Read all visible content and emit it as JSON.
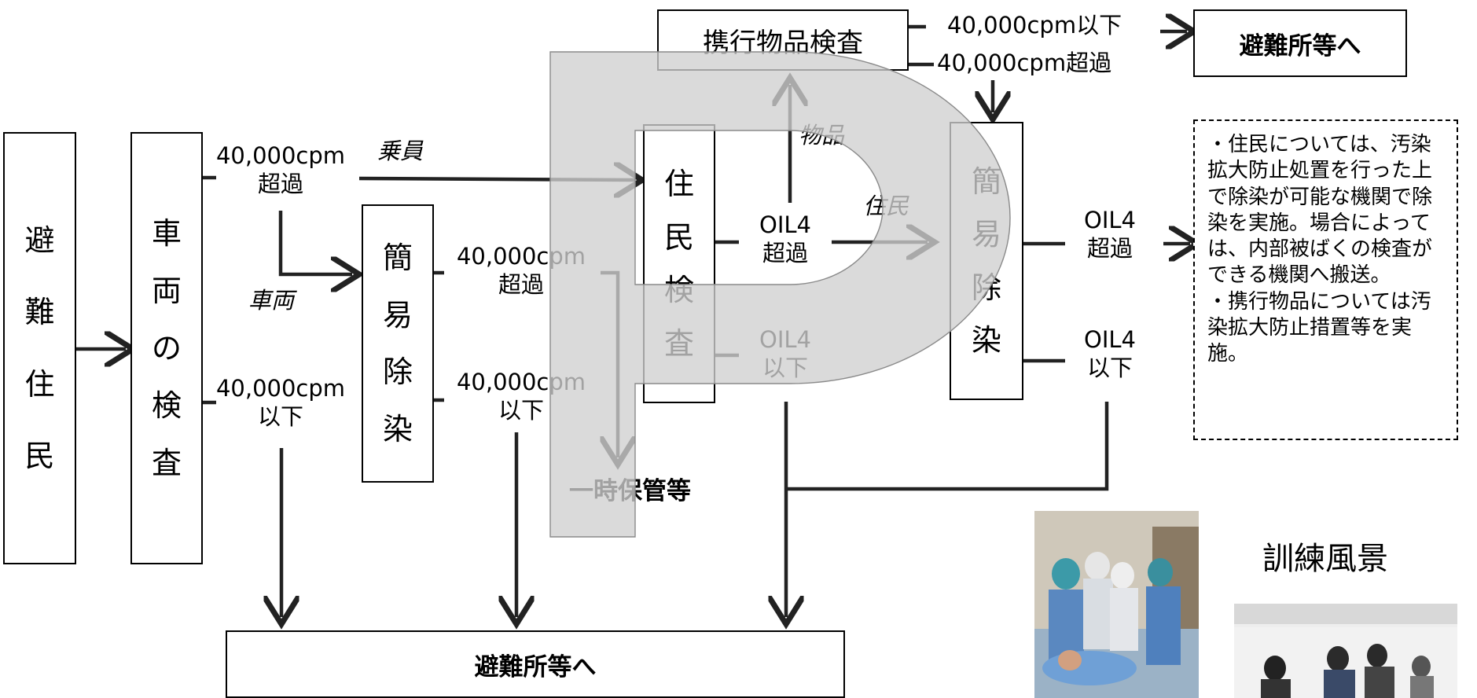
{
  "nodes": {
    "evacuees": [
      "避",
      "難",
      "住",
      "民"
    ],
    "vehicle_inspection": [
      "車",
      "両",
      "の",
      "検",
      "査"
    ],
    "simple_decon_1": [
      "簡",
      "易",
      "除",
      "染"
    ],
    "resident_inspection": [
      "住",
      "民",
      "検",
      "査"
    ],
    "simple_decon_2": [
      "簡",
      "易",
      "除",
      "染"
    ],
    "belongings_inspection": "携行物品検査",
    "shelter_top": "避難所等へ",
    "shelter_bottom": "避難所等へ"
  },
  "labels": {
    "vehicle_over_1": "40,000cpm",
    "vehicle_over_2": "超過",
    "vehicle_under_1": "40,000cpm",
    "vehicle_under_2": "以下",
    "passengers": "乗員",
    "vehicle": "車両",
    "decon1_over_1": "40,000cpm",
    "decon1_over_2": "超過",
    "decon1_under_1": "40,000cpm",
    "decon1_under_2": "以下",
    "temporary_storage": "一時保管等",
    "goods": "物品",
    "residents": "住民",
    "oil4_over_1": "OIL4",
    "oil4_over_2": "超過",
    "oil4_under_1": "OIL4",
    "oil4_under_2": "以下",
    "belongings_under": "40,000cpm以下",
    "belongings_over": "40,000cpm超過",
    "decon2_over_1": "OIL4",
    "decon2_over_2": "超過",
    "decon2_under_1": "OIL4",
    "decon2_under_2": "以下",
    "training_scene": "訓練風景"
  },
  "note": {
    "lines": [
      "・住民については、汚染拡大防止処置を行った上で除染が可能な機関で除染を実施。場合によっては、内部被ばくの検査ができる機関へ搬送。",
      "・携行物品については汚染拡大防止措置等を実施。"
    ]
  },
  "colors": {
    "overlay_fill": "#d4d4d4",
    "overlay_stroke": "#8a8a8a",
    "arrow": "#222222"
  }
}
